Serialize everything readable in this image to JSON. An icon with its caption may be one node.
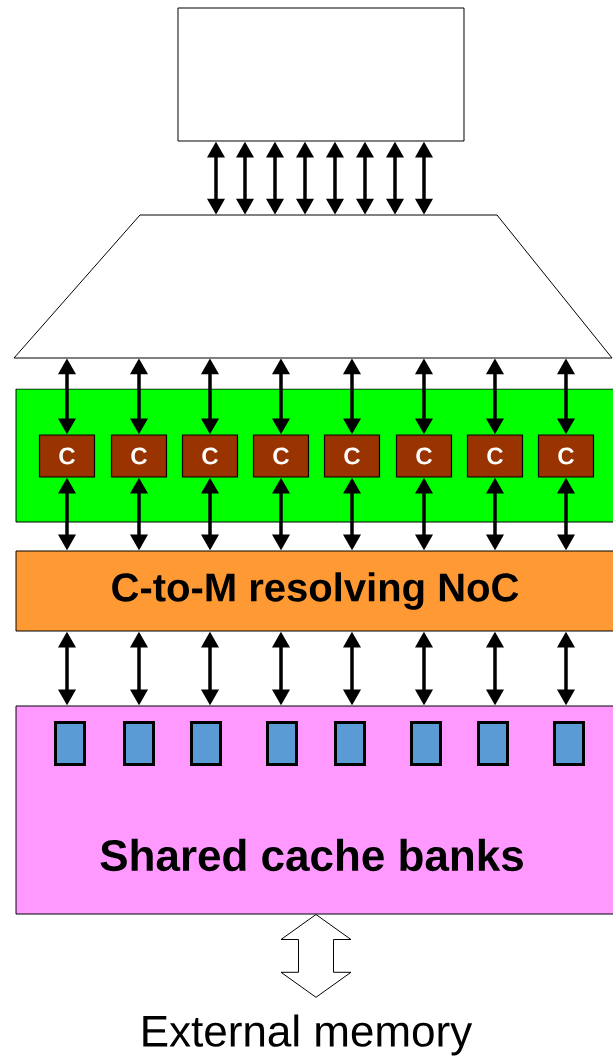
{
  "diagram": {
    "nodes": [
      {
        "text": [],
        "shape": "box"
      },
      {
        "text": [],
        "shape": "trapezoid"
      },
      {
        "text": [],
        "shape": "box"
      },
      {
        "text": [
          "C"
        ],
        "in": 2
      },
      {
        "text": [
          "C"
        ],
        "in": 2
      },
      {
        "text": [
          "C"
        ],
        "in": 2
      },
      {
        "text": [
          "C"
        ],
        "in": 2
      },
      {
        "text": [
          "C"
        ],
        "in": 2
      },
      {
        "text": [
          "C"
        ],
        "in": 2
      },
      {
        "text": [
          "C"
        ],
        "in": 2
      },
      {
        "text": [
          "C"
        ],
        "in": 2
      },
      {
        "text": [
          "C-to-M resolving NoC"
        ]
      },
      {
        "text": [
          "Shared cache banks"
        ]
      },
      {
        "text": [],
        "shape": "box",
        "in": 12
      },
      {
        "text": [],
        "shape": "box",
        "in": 12
      },
      {
        "text": [],
        "shape": "box",
        "in": 12
      },
      {
        "text": [],
        "shape": "box",
        "in": 12
      },
      {
        "text": [],
        "shape": "box",
        "in": 12
      },
      {
        "text": [],
        "shape": "box",
        "in": 12
      },
      {
        "text": [],
        "shape": "box",
        "in": 12
      },
      {
        "text": [],
        "shape": "box",
        "in": 12
      },
      {
        "text": [
          "External memory"
        ]
      }
    ],
    "edges": [
      {
        "from": 0,
        "to": 1,
        "arrow": "both"
      },
      {
        "from": 0,
        "to": 1,
        "arrow": "both"
      },
      {
        "from": 0,
        "to": 1,
        "arrow": "both"
      },
      {
        "from": 0,
        "to": 1,
        "arrow": "both"
      },
      {
        "from": 0,
        "to": 1,
        "arrow": "both"
      },
      {
        "from": 0,
        "to": 1,
        "arrow": "both"
      },
      {
        "from": 0,
        "to": 1,
        "arrow": "both"
      },
      {
        "from": 0,
        "to": 1,
        "arrow": "both"
      },
      {
        "from": 1,
        "to": 3,
        "arrow": "both"
      },
      {
        "from": 1,
        "to": 4,
        "arrow": "both"
      },
      {
        "from": 1,
        "to": 5,
        "arrow": "both"
      },
      {
        "from": 1,
        "to": 6,
        "arrow": "both"
      },
      {
        "from": 1,
        "to": 7,
        "arrow": "both"
      },
      {
        "from": 1,
        "to": 8,
        "arrow": "both"
      },
      {
        "from": 1,
        "to": 9,
        "arrow": "both"
      },
      {
        "from": 1,
        "to": 10,
        "arrow": "both"
      },
      {
        "from": 3,
        "to": 11,
        "arrow": "both"
      },
      {
        "from": 4,
        "to": 11,
        "arrow": "both"
      },
      {
        "from": 5,
        "to": 11,
        "arrow": "both"
      },
      {
        "from": 6,
        "to": 11,
        "arrow": "both"
      },
      {
        "from": 7,
        "to": 11,
        "arrow": "both"
      },
      {
        "from": 8,
        "to": 11,
        "arrow": "both"
      },
      {
        "from": 9,
        "to": 11,
        "arrow": "both"
      },
      {
        "from": 10,
        "to": 11,
        "arrow": "both"
      },
      {
        "from": 11,
        "to": 12,
        "arrow": "both"
      },
      {
        "from": 11,
        "to": 12,
        "arrow": "both"
      },
      {
        "from": 11,
        "to": 12,
        "arrow": "both"
      },
      {
        "from": 11,
        "to": 12,
        "arrow": "both"
      },
      {
        "from": 11,
        "to": 12,
        "arrow": "both"
      },
      {
        "from": 11,
        "to": 12,
        "arrow": "both"
      },
      {
        "from": 11,
        "to": 12,
        "arrow": "both"
      },
      {
        "from": 11,
        "to": 12,
        "arrow": "both"
      },
      {
        "from": 12,
        "to": 21,
        "arrow": "both",
        "style": "thick"
      }
    ]
  }
}
